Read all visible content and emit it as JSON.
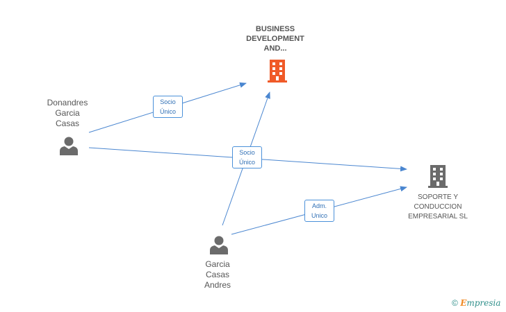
{
  "companies": {
    "main": {
      "name_lines": [
        "BUSINESS",
        "DEVELOPMENT",
        "AND..."
      ],
      "icon": "building-icon",
      "color": "#f05a28"
    },
    "second": {
      "name_lines": [
        "SOPORTE Y",
        "CONDUCCION",
        "EMPRESARIAL SL"
      ],
      "icon": "building-icon",
      "color": "#6b6b6b"
    }
  },
  "persons": {
    "donandres": {
      "name_lines": [
        "Donandres",
        "Garcia",
        "Casas"
      ],
      "icon": "person-icon"
    },
    "garcia": {
      "name_lines": [
        "Garcia",
        "Casas",
        "Andres"
      ],
      "icon": "person-icon"
    }
  },
  "relations": {
    "socio_unico_1": {
      "lines": [
        "Socio",
        "Único"
      ]
    },
    "socio_unico_2": {
      "lines": [
        "Socio",
        "Único"
      ]
    },
    "adm_unico": {
      "lines": [
        "Adm.",
        "Unico"
      ]
    }
  },
  "edge_color": "#4a86d0",
  "footer": {
    "copyright_symbol": "©",
    "brand_first": "E",
    "brand_rest": "mpresia"
  }
}
